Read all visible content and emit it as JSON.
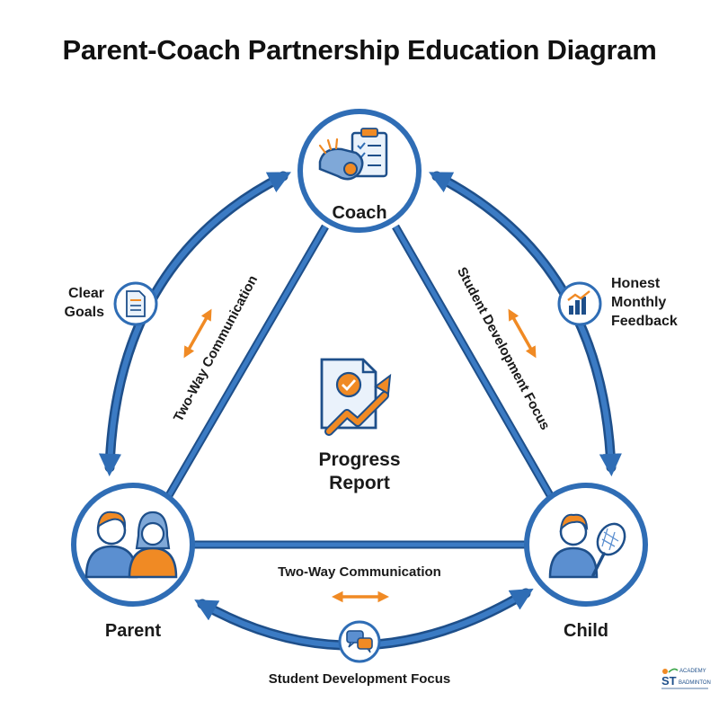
{
  "title": "Parent-Coach Partnership Education Diagram",
  "colors": {
    "primary_blue": "#2F6DB5",
    "dark_blue": "#1E4F8A",
    "light_blue": "#5B8FD0",
    "accent_orange": "#F08A24",
    "ring_white": "#ffffff"
  },
  "nodes": {
    "coach": {
      "label": "Coach",
      "icon": "whistle-clipboard-icon"
    },
    "parent": {
      "label": "Parent",
      "icon": "parents-icon"
    },
    "child": {
      "label": "Child",
      "icon": "child-racket-icon"
    }
  },
  "center": {
    "label_line1": "Progress",
    "label_line2": "Report",
    "icon": "progress-report-icon"
  },
  "edges": {
    "coach_parent": "Two-Way Communication",
    "coach_child": "Student Development Focus",
    "parent_child": "Two-Way Communication"
  },
  "outer_badges": {
    "left": {
      "line1": "Clear",
      "line2": "Goals",
      "icon": "document-icon"
    },
    "right": {
      "line1": "Honest",
      "line2": "Monthly",
      "line3": "Feedback",
      "icon": "growth-chart-icon"
    },
    "bottom": {
      "label": "Student Development Focus",
      "icon": "chat-bubbles-icon"
    }
  },
  "logo": {
    "top_text": "ACADEMY",
    "mark": "ST",
    "bottom_text": "BADMINTON"
  }
}
